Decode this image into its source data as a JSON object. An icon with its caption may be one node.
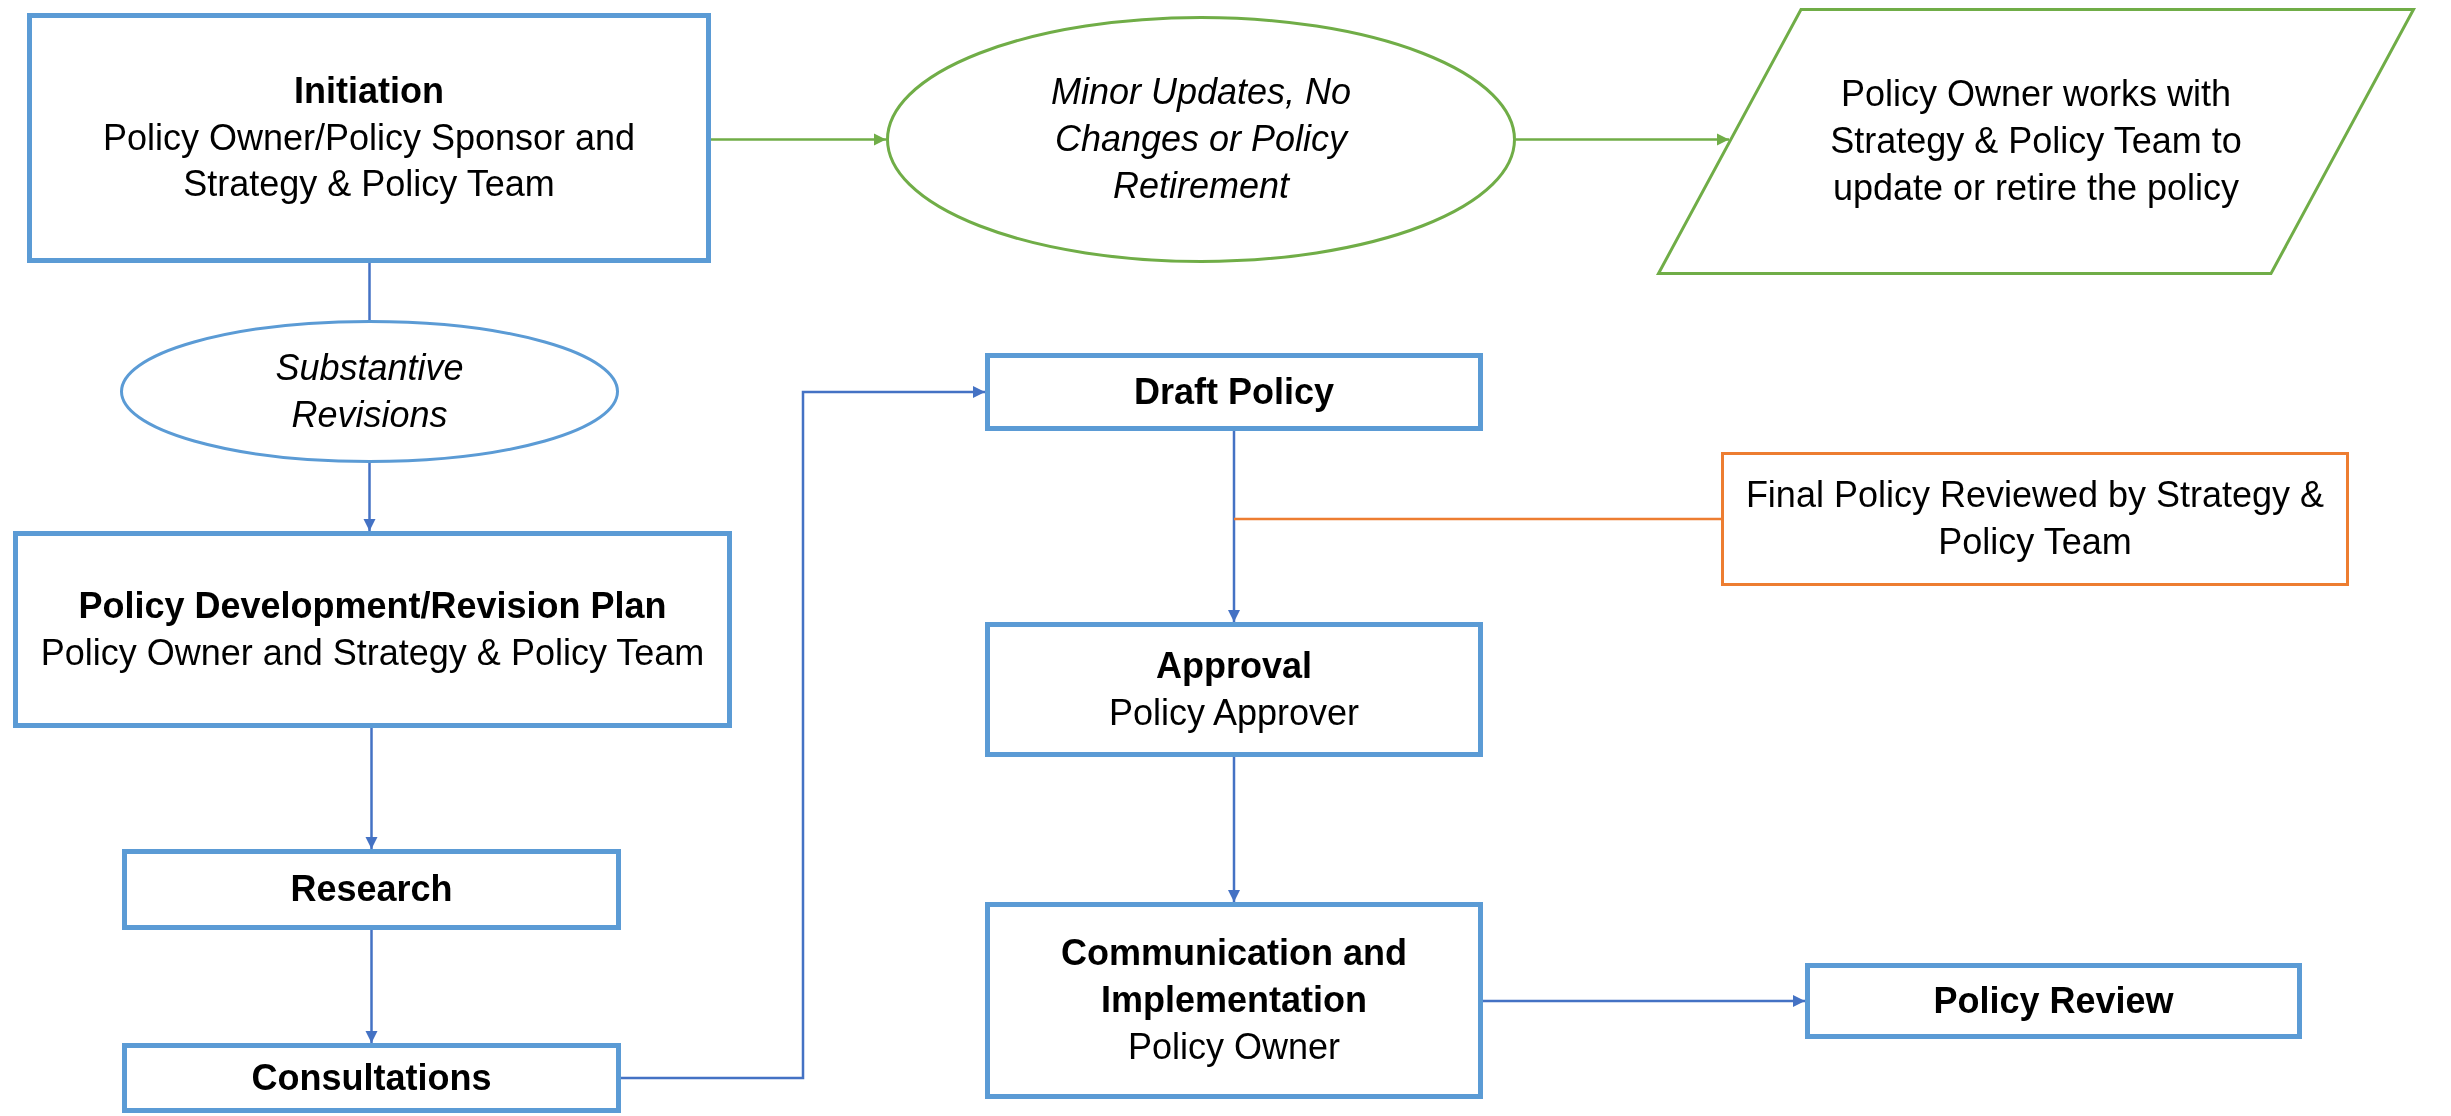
{
  "diagram": {
    "nodes": [
      {
        "text": [
          "Initiation",
          "Policy Owner/Policy Sponsor and Strategy & Policy Team"
        ]
      },
      {
        "text": [
          "Minor Updates, No Changes or Policy Retirement"
        ]
      },
      {
        "text": [
          "Policy Owner works with Strategy & Policy Team to update or retire the policy"
        ]
      },
      {
        "text": [
          "Substantive Revisions"
        ]
      },
      {
        "text": [
          "Policy Development/Revision Plan",
          "Policy Owner and Strategy & Policy Team"
        ]
      },
      {
        "text": [
          "Research"
        ]
      },
      {
        "text": [
          "Consultations"
        ]
      },
      {
        "text": [
          "Draft Policy"
        ]
      },
      {
        "text": [
          "Final Policy Reviewed by Strategy & Policy Team"
        ]
      },
      {
        "text": [
          "Approval",
          "Policy Approver"
        ]
      },
      {
        "text": [
          "Communication and Implementation",
          "Policy Owner"
        ]
      },
      {
        "text": [
          "Policy Review"
        ]
      }
    ],
    "edges": [
      {
        "from": 0,
        "to": 1,
        "arrow": "to",
        "color": "#70ad47"
      },
      {
        "from": 1,
        "to": 2,
        "arrow": "to",
        "color": "#70ad47"
      },
      {
        "from": 0,
        "to": 3,
        "arrow": "none"
      },
      {
        "from": 3,
        "to": 4,
        "arrow": "to"
      },
      {
        "from": 4,
        "to": 5,
        "arrow": "to"
      },
      {
        "from": 5,
        "to": 6,
        "arrow": "to"
      },
      {
        "from": 6,
        "to": 7,
        "arrow": "to"
      },
      {
        "from": 7,
        "to": 9,
        "arrow": "to"
      },
      {
        "from": 8,
        "to": null,
        "arrow": "none",
        "color": "#ed7d31"
      },
      {
        "from": 9,
        "to": 10,
        "arrow": "to"
      },
      {
        "from": 10,
        "to": 11,
        "arrow": "to"
      }
    ]
  }
}
